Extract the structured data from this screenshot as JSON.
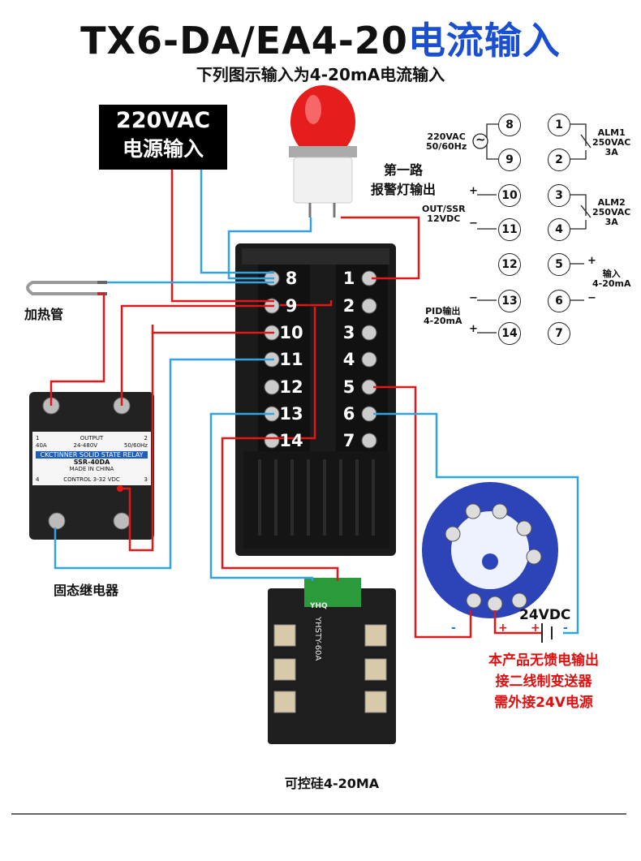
{
  "header": {
    "title_model": "TX6-DA/EA4-20",
    "title_suffix": "电流输入",
    "subtitle": "下列图示输入为4-20mA电流输入"
  },
  "power": {
    "line1": "220VAC",
    "line2": "电源输入"
  },
  "alarm_light": {
    "label_line1": "第一路",
    "label_line2": "报警灯输出"
  },
  "heater": {
    "label": "加热管"
  },
  "ssr": {
    "label": "固态继电器",
    "brand": "CKCTINNER",
    "type": "SOLID STATE RELAY",
    "model": "SSR-40DA",
    "current": "40A",
    "output_label": "OUTPUT",
    "voltage": "24-480V",
    "freq": "50/60Hz",
    "made_in": "MADE IN CHINA",
    "control": "CONTROL 3-32 VDC",
    "term1": "1",
    "term2": "2",
    "term3": "3",
    "term4": "4"
  },
  "scr": {
    "label": "可控硅4-20MA",
    "model": "YHSTY-60A",
    "brand": "YHQ"
  },
  "transmitter": {
    "supply": "24VDC",
    "note_line1": "本产品无馈电输出",
    "note_line2": "接二线制变送器",
    "note_line3": "需外接24V电源",
    "minus": "-",
    "plus": "+"
  },
  "controller": {
    "left_terminals": [
      "8",
      "9",
      "10",
      "11",
      "12",
      "13",
      "14"
    ],
    "right_terminals": [
      "1",
      "2",
      "3",
      "4",
      "5",
      "6",
      "7"
    ]
  },
  "legend": {
    "left_numbers": [
      "8",
      "9",
      "10",
      "11",
      "12",
      "13",
      "14"
    ],
    "right_numbers": [
      "1",
      "2",
      "3",
      "4",
      "5",
      "6",
      "7"
    ],
    "ac_label_line1": "220VAC",
    "ac_label_line2": "50/60Hz",
    "alm1_line1": "ALM1",
    "alm1_line2": "250VAC",
    "alm1_line3": "3A",
    "alm2_line1": "ALM2",
    "alm2_line2": "250VAC",
    "alm2_line3": "3A",
    "out_line1": "OUT/SSR",
    "out_line2": "12VDC",
    "input_line1": "输入",
    "input_line2": "4-20mA",
    "pid_line1": "PID输出",
    "pid_line2": "4-20mA",
    "plus": "+",
    "minus": "−",
    "tilde": "~"
  },
  "colors": {
    "wire_red": "#e01818",
    "wire_blue": "#33a3e0",
    "title_blue": "#1a4fd1"
  }
}
